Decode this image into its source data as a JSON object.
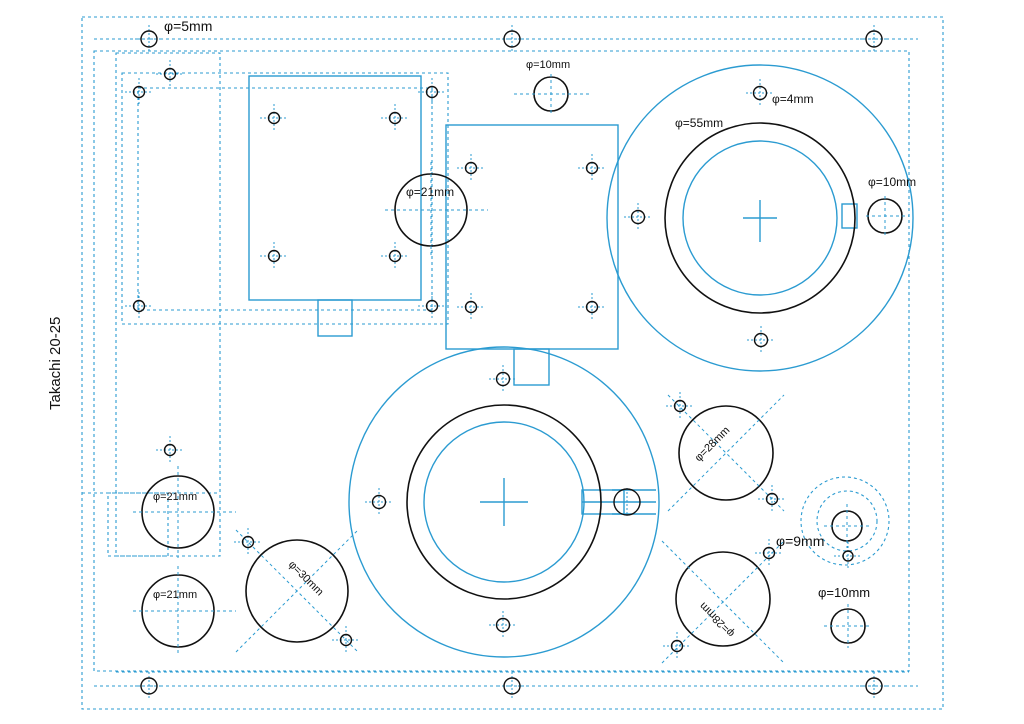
{
  "side_label": "Takachi 20-25",
  "labels": {
    "d5": "φ=5mm",
    "d10_top": "φ=10mm",
    "d4": "φ=4mm",
    "d55": "φ=55mm",
    "d10_right": "φ=10mm",
    "d21_mid": "φ=21mm",
    "d21_left_a": "φ=21mm",
    "d21_left_b": "φ=21mm",
    "d30": "φ=30mm",
    "d28_a": "φ=28mm",
    "d28_b": "φ=28mm",
    "d9": "φ=9mm",
    "d10_bottom": "φ=10mm"
  },
  "colors": {
    "blue": "#2b9bd1",
    "black": "#111111"
  }
}
